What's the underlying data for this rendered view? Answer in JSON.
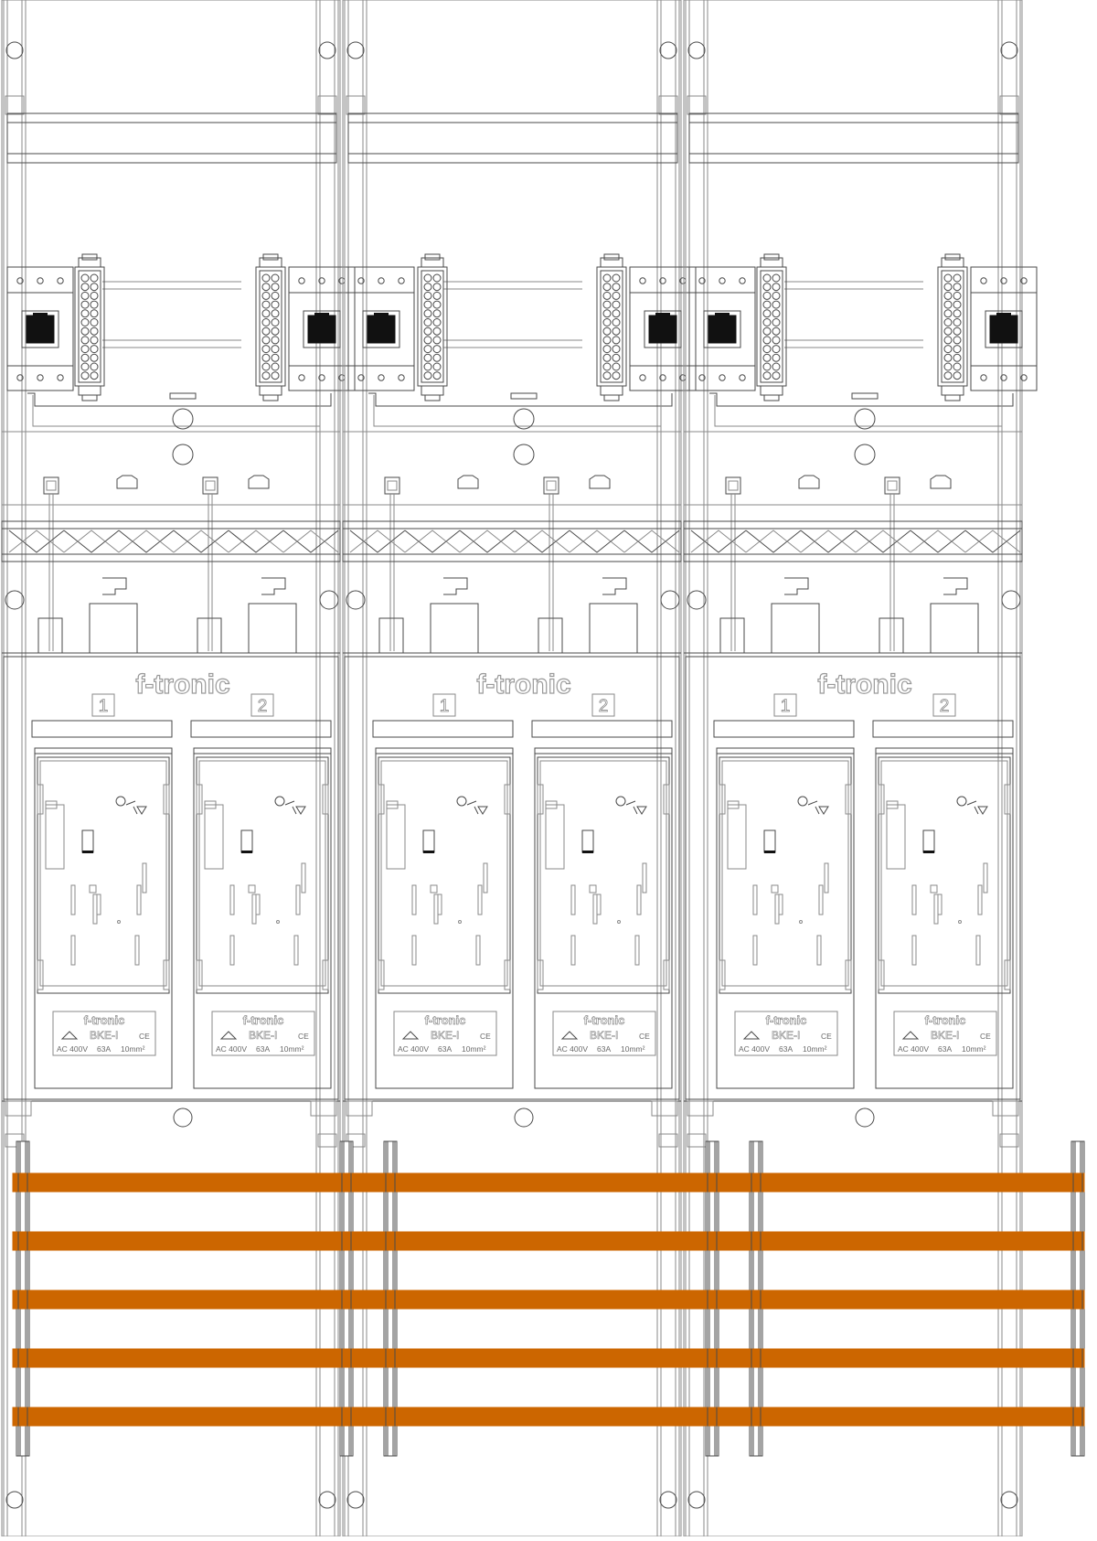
{
  "brand": "f-tronic",
  "slot_numbers": [
    "1",
    "2"
  ],
  "rating_plate": {
    "brand": "f-tronic",
    "model": "BKE-I",
    "ce_mark": "CE",
    "voltage": "AC 400V",
    "current": "63A",
    "cross_section": "10mm²"
  },
  "fields": [
    {
      "id": "field-1"
    },
    {
      "id": "field-2"
    },
    {
      "id": "field-3"
    }
  ],
  "colors": {
    "busbar": "#cc6600",
    "line": "#4a4a4a",
    "light_line": "#8a8a8a",
    "terminal_fill": "#111111"
  }
}
